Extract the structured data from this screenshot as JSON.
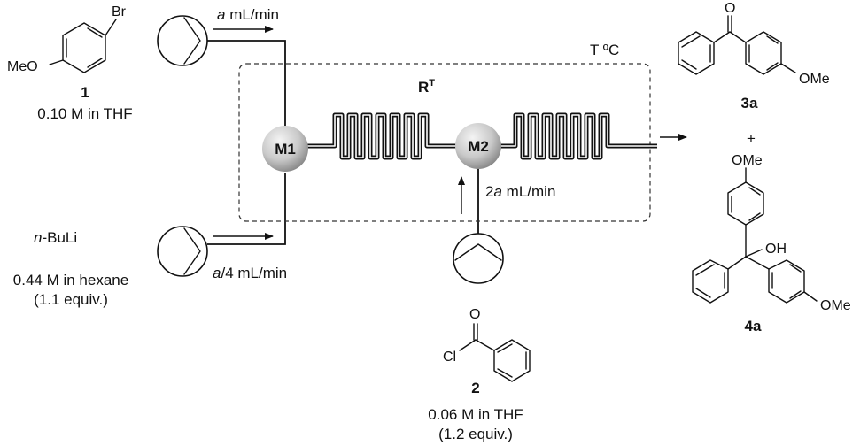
{
  "reagents": {
    "r1": {
      "number": "1",
      "concentration": "0.10 M in THF",
      "substituent_br": "Br",
      "substituent_meo": "MeO"
    },
    "nbuli": {
      "name_prefix": "n",
      "name_rest": "-BuLi",
      "concentration": "0.44 M in hexane",
      "equiv": "(1.1 equiv.)"
    },
    "r2": {
      "number": "2",
      "concentration": "0.06 M in THF",
      "equiv": "(1.2 equiv.)",
      "cl": "Cl",
      "oxygen": "O"
    }
  },
  "flows": {
    "top": {
      "var": "a",
      "unit": " mL/min"
    },
    "bottom": {
      "var": "a",
      "rest": "/4 mL/min"
    },
    "m2": {
      "prefix": "2",
      "var": "a",
      "unit": " mL/min"
    }
  },
  "mixers": {
    "m1": "M1",
    "m2": "M2"
  },
  "reactor": {
    "label_base": "R",
    "label_sup": "T",
    "temperature": "T ºC"
  },
  "products": {
    "p3a": {
      "number": "3a",
      "oxygen": "O",
      "ome": "OMe"
    },
    "plus": "+",
    "p4a": {
      "number": "4a",
      "oh": "OH",
      "ome_top": "OMe",
      "ome_right": "OMe"
    }
  },
  "colors": {
    "ink": "#111111",
    "mixer_light": "#f2f2f2",
    "mixer_dark": "#8c8c8c",
    "box_dash": "#333333"
  }
}
